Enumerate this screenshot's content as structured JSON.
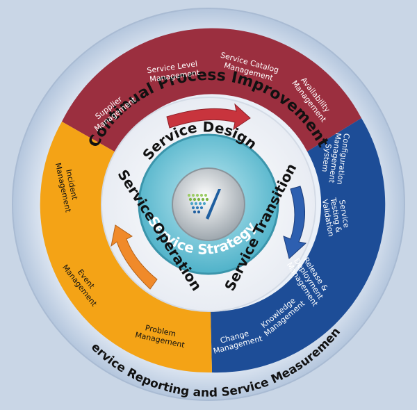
{
  "outer_ring": {
    "top_label": "Continual Process Improvement",
    "bottom_label": "Service Reporting and Service Measurement"
  },
  "center": {
    "label": "Service Strategy"
  },
  "phases": {
    "design": "Service Design",
    "transition": "Service Transition",
    "operation": "Service Operation"
  },
  "segments": {
    "design": {
      "color": "#9b2f3f",
      "processes": [
        {
          "lines": [
            "Supplier",
            "Management"
          ]
        },
        {
          "lines": [
            "Service Level",
            "Management"
          ]
        },
        {
          "lines": [
            "Service Catalog",
            "Management"
          ]
        },
        {
          "lines": [
            "Availability",
            "Management"
          ]
        }
      ]
    },
    "transition": {
      "color": "#1d4d97",
      "processes": [
        {
          "lines": [
            "Configuration",
            "Management",
            "System"
          ]
        },
        {
          "lines": [
            "Service",
            "Testing &",
            "Validation"
          ]
        },
        {
          "lines": [
            "Release &",
            "Deployment",
            "Management"
          ]
        },
        {
          "lines": [
            "Knowledge",
            "Management"
          ]
        },
        {
          "lines": [
            "Change",
            "Management"
          ]
        }
      ]
    },
    "operation": {
      "color": "#f4a316",
      "processes": [
        {
          "lines": [
            "Incident",
            "Management"
          ]
        },
        {
          "lines": [
            "Event",
            "Management"
          ]
        },
        {
          "lines": [
            "Problem",
            "Management"
          ]
        }
      ]
    }
  },
  "arrows": {
    "design": "#c8343d",
    "transition": "#2d5fb0",
    "operation": "#f08a2a"
  }
}
